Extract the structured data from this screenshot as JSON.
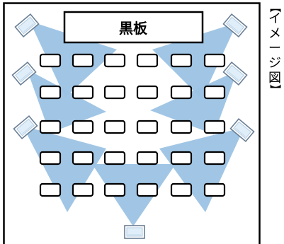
{
  "board": {
    "label": "黒板"
  },
  "side_label": {
    "open": "【",
    "chars": [
      "イ",
      "メ",
      "ー",
      "ジ",
      "図"
    ],
    "close": "】"
  },
  "colors": {
    "beam": "#9cc3e4",
    "outline": "#000000",
    "screen_fill": "#dfeef9",
    "screen_frame": "#6a7f95"
  },
  "layout_info": {
    "desk_rows": 5,
    "desks_per_row": 6,
    "projector_count": 7,
    "icon": "projector-screen-icon"
  }
}
